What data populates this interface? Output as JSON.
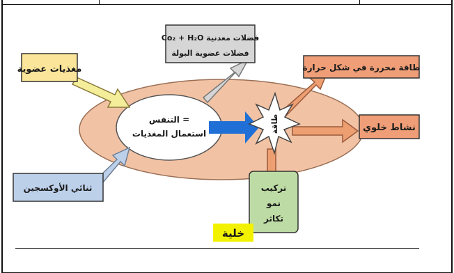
{
  "diagram": {
    "organic_nutrients": "مغذيات عضوية",
    "oxygen": "ثنائي الأوكسجين",
    "waste_line1": "Co₂ + H₂O فضلات معدنية",
    "waste_line2": "فضلات عضوية    البولة",
    "respiration_line1": "التنفس =",
    "respiration_line2": "استعمال المغذيات",
    "energy": "طاقة",
    "heat_energy": "طاقة محررة في شكل حرارة",
    "cell_activity": "نشاط خلوي",
    "synthesis_line1": "تركيب",
    "synthesis_line2": "نمو",
    "synthesis_line3": "تكاثر",
    "cell_label": "خلية"
  },
  "colors": {
    "cell_fill": "#f1c2a4",
    "nutrients_box": "#fbe59a",
    "oxygen_box": "#bdd0ea",
    "waste_box": "#d6d6d6",
    "heat_box": "#ef9e78",
    "activity_box": "#ef9e78",
    "synthesis_box": "#bddba4",
    "arrow_in": "#f4ee9a",
    "arrow_out": "#ee9f72",
    "arrow_blue": "#1f6fd6",
    "cell_label_highlight": "#f2f200"
  }
}
